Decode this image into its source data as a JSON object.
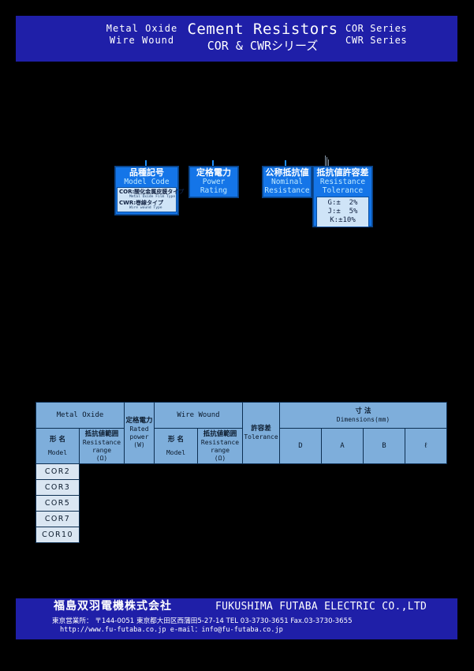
{
  "colors": {
    "banner_blue": "#1f1fa8",
    "box_blue": "#1475e8",
    "box_text_cyan": "#bfe9ff",
    "table_header_blue": "#7eaedb",
    "table_cell_light": "#dae6f2",
    "page_background": "#000000"
  },
  "banner": {
    "left_lines": "Metal Oxide\nWire Wound",
    "title_main": "Cement Resistors",
    "title_sub": "COR & CWRシリーズ",
    "right_lines": "COR Series\nCWR Series"
  },
  "diagram": {
    "boxes": [
      {
        "id": "model-code",
        "jp": "品種記号",
        "en": "Model Code",
        "sub_rows": [
          {
            "jp": "COR:酸化金属皮膜タイプ",
            "en": "Metal Oxide Film Type"
          },
          {
            "jp": "CWR:巻線タイプ",
            "en": "Wire wound Type"
          }
        ]
      },
      {
        "id": "power-rating",
        "jp": "定格電力",
        "en": "Power\nRating"
      },
      {
        "id": "nominal-resistance",
        "jp": "公称抵抗値",
        "en": "Nominal\nResistance"
      },
      {
        "id": "resistance-tolerance",
        "jp": "抵抗値許容差",
        "en": "Resistance\nTolerance",
        "tolerance_rows": [
          "G:±  2%",
          "J:±  5%",
          "K:±10%"
        ]
      }
    ]
  },
  "spec_table": {
    "group_headers": {
      "metal_oxide": "Metal Oxide",
      "wire_wound": "Wire Wound",
      "dimensions_jp": "寸  法",
      "dimensions_en": "Dimensions(mm)"
    },
    "columns": {
      "model_jp": "形  名",
      "model_en": "Model",
      "resistance_jp": "抵抗値範囲",
      "resistance_en": "Resistance\nrange\n(Ω)",
      "rated_power_jp": "定格電力",
      "rated_power_en": "Rated\npower\n(W)",
      "tolerance_jp": "許容差",
      "tolerance_en": "Tolerance",
      "dim_d": "D",
      "dim_a": "A",
      "dim_b": "B",
      "dim_l": "ℓ"
    },
    "rows": [
      {
        "model": "COR2",
        "resistance": "",
        "rated_power": "",
        "wire_model": "",
        "wire_resistance": "",
        "tolerance": "",
        "d": "",
        "a": "",
        "b": "",
        "l": ""
      },
      {
        "model": "COR3",
        "resistance": "",
        "rated_power": "",
        "wire_model": "",
        "wire_resistance": "",
        "tolerance": "",
        "d": "",
        "a": "",
        "b": "",
        "l": ""
      },
      {
        "model": "COR5",
        "resistance": "",
        "rated_power": "",
        "wire_model": "",
        "wire_resistance": "",
        "tolerance": "",
        "d": "",
        "a": "",
        "b": "",
        "l": ""
      },
      {
        "model": "COR7",
        "resistance": "",
        "rated_power": "",
        "wire_model": "",
        "wire_resistance": "",
        "tolerance": "",
        "d": "",
        "a": "",
        "b": "",
        "l": ""
      },
      {
        "model": "COR10",
        "resistance": "",
        "rated_power": "",
        "wire_model": "",
        "wire_resistance": "",
        "tolerance": "",
        "d": "",
        "a": "",
        "b": "",
        "l": ""
      }
    ]
  },
  "footer": {
    "company_jp": "福島双羽電機株式会社",
    "company_en": "FUKUSHIMA FUTABA ELECTRIC CO.,LTD",
    "address": "東京営業所：  〒144-0051 東京都大田区西蒲田5-27-14  TEL 03-3730-3651  Fax.03-3730-3655",
    "web": "http://www.fu-futaba.co.jp    e-mail：info@fu-futaba.co.jp"
  }
}
